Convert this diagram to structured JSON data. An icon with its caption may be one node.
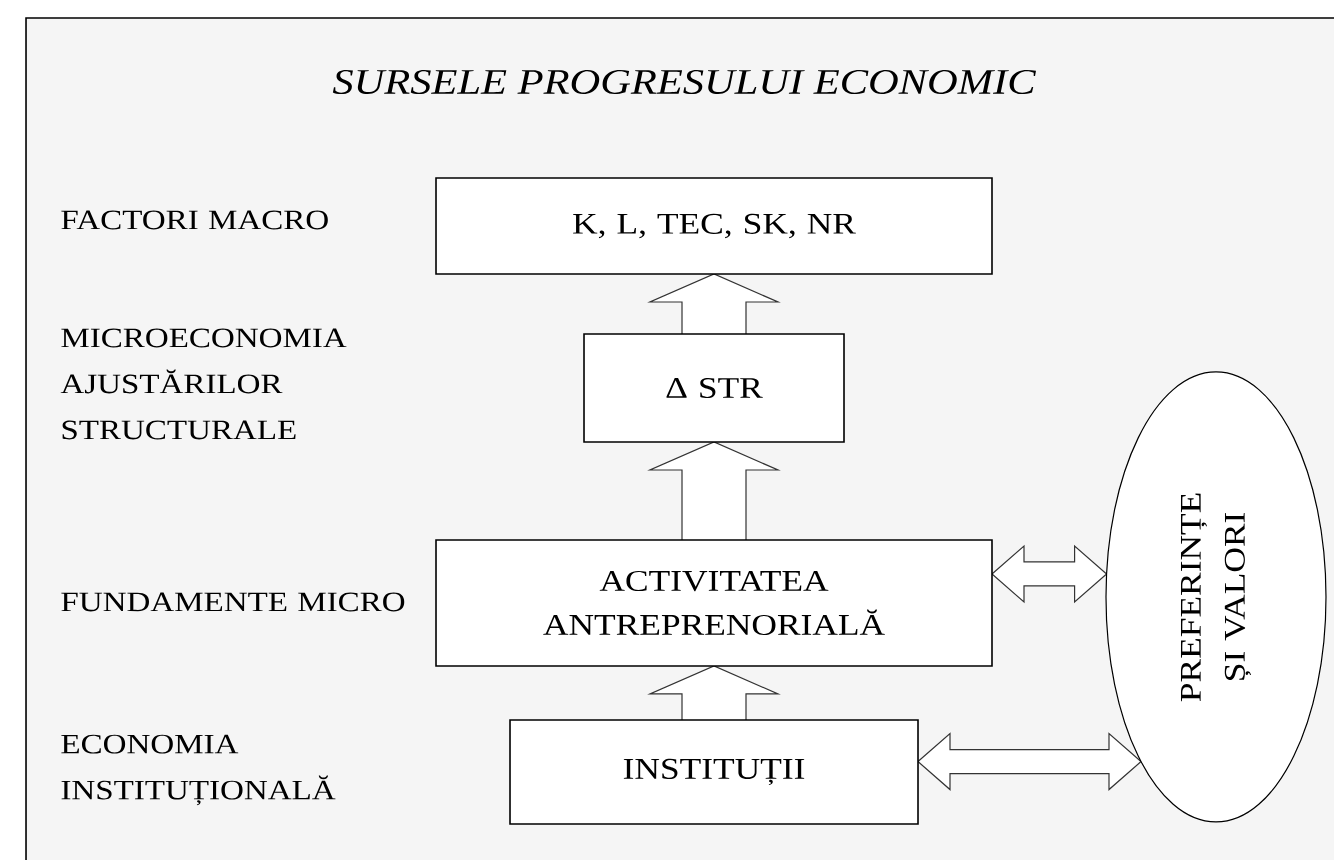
{
  "diagram": {
    "title": "SURSELE PROGRESULUI ECONOMIC",
    "nodes": [
      {
        "text": [
          "K, L, TEC, SK, NR"
        ]
      },
      {
        "text": [
          "Δ STR"
        ]
      },
      {
        "text": [
          "ACTIVITATEA ANTREPRENORIALĂ"
        ]
      },
      {
        "text": [
          "INSTITUȚII"
        ]
      },
      {
        "text": [
          "PREFERINȚE ȘI VALORI"
        ]
      }
    ],
    "edges": [
      {
        "from": 1,
        "to": 0,
        "arrow": "to"
      },
      {
        "from": 2,
        "to": 1,
        "arrow": "to"
      },
      {
        "from": 3,
        "to": 2,
        "arrow": "to"
      },
      {
        "from": 2,
        "to": 4,
        "arrow": "both"
      },
      {
        "from": 3,
        "to": 4,
        "arrow": "both"
      }
    ],
    "labels": [
      "FACTORI MACRO",
      "MICROECONOMIA AJUSTĂRILOR STRUCTURALE",
      "FUNDAMENTE MICRO",
      "ECONOMIA INSTITUȚIONALĂ"
    ]
  }
}
